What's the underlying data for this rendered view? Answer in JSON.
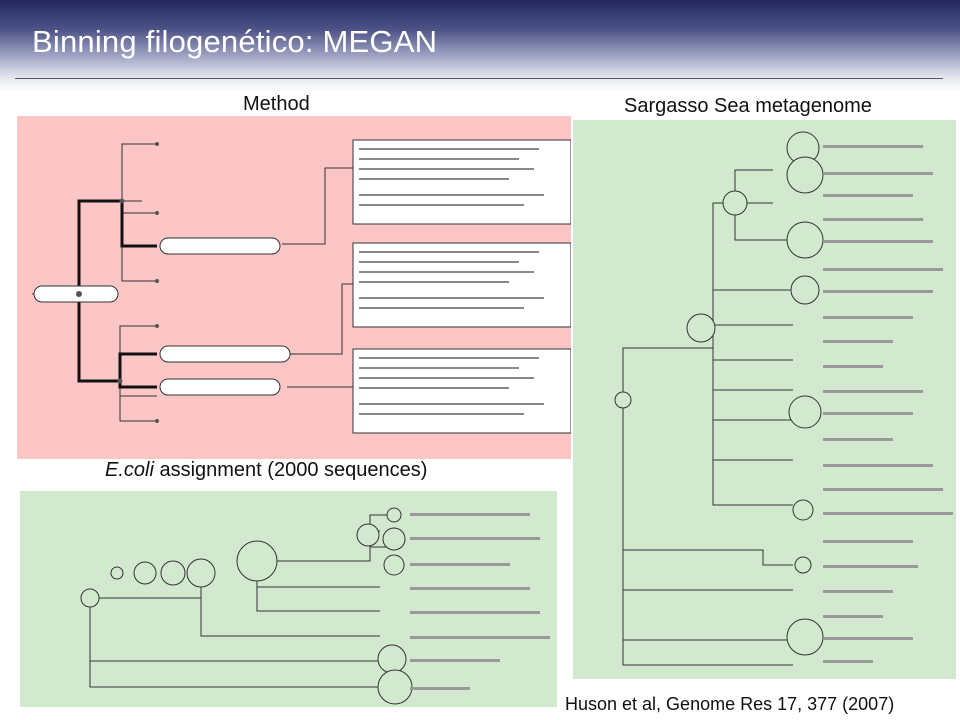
{
  "slide": {
    "title": "Binning filogenético: MEGAN"
  },
  "labels": {
    "method": "Method",
    "sargasso": "Sargasso Sea metagenome",
    "ecoli_italic": "E.coli",
    "ecoli_rest": " assignment (2000 sequences)",
    "citation": "Huson et al, Genome Res 17, 377 (2007)"
  },
  "images": {
    "method_panel": "MEGAN method diagram: Campylobacterales tree with BLAST hits",
    "sargasso_panel": "MEGAN tree of Sargasso Sea metagenome taxa",
    "ecoli_panel": "MEGAN tree of E.coli sequence assignment"
  }
}
